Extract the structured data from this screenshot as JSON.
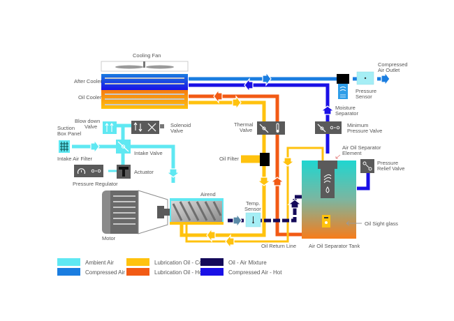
{
  "colors": {
    "ambient_air": "#5fe8f2",
    "compressed_air": "#1a7de0",
    "oil_cold": "#ffc20e",
    "oil_hot": "#f25a14",
    "oil_air_mixture": "#140a5a",
    "compressed_air_hot": "#1a10e6",
    "component_gray": "#5a5a5a",
    "arrow_fill_light": "#ffffff"
  },
  "components": {
    "cooling_fan": "Cooling Fan",
    "after_cooler": "After Cooler",
    "oil_cooler": "Oil Cooler",
    "compressed_air_outlet_1": "Compressed",
    "compressed_air_outlet_2": "Air Outlet",
    "pressure_sensor_1": "Pressure",
    "pressure_sensor_2": "Sensor",
    "moisture_separator_1": "Moisture",
    "moisture_separator_2": "Separator",
    "blow_down_valve_1": "Blow down",
    "blow_down_valve_2": "Valve",
    "solenoid_valve_1": "Solenoid",
    "solenoid_valve_2": "Valve",
    "suction_box_panel_1": "Suction",
    "suction_box_panel_2": "Box Panel",
    "intake_air_filter": "Intake Air Filter",
    "intake_valve": "Intake Valve",
    "actuator": "Actuator",
    "pressure_regulator": "Pressure Regulator",
    "thermal_valve_1": "Thermal",
    "thermal_valve_2": "Valve",
    "oil_filter": "Oil Filter",
    "minimum_pressure_valve_1": "Minimum",
    "minimum_pressure_valve_2": "Pressure Valve",
    "air_oil_separator_element_1": "Air Oil Separator",
    "air_oil_separator_element_2": "Element",
    "pressure_relief_valve_1": "Pressure",
    "pressure_relief_valve_2": "Relief Valve",
    "airend": "Airend",
    "motor": "Motor",
    "temp_sensor_1": "Temp.",
    "temp_sensor_2": "Sensor",
    "oil_return_line": "Oil Return Line",
    "oil_sight_glass": "Oil Sight glass",
    "air_oil_separator_tank": "Air Oil Separator Tank"
  },
  "legend": [
    {
      "label": "Ambient Air",
      "key": "ambient_air"
    },
    {
      "label": "Compressed Air",
      "key": "compressed_air"
    },
    {
      "label": "Lubrication Oil - Cold",
      "key": "oil_cold"
    },
    {
      "label": "Lubrication Oil - Hot",
      "key": "oil_hot"
    },
    {
      "label": "Oil - Air Mixture",
      "key": "oil_air_mixture"
    },
    {
      "label": "Compressed Air - Hot",
      "key": "compressed_air_hot"
    }
  ]
}
